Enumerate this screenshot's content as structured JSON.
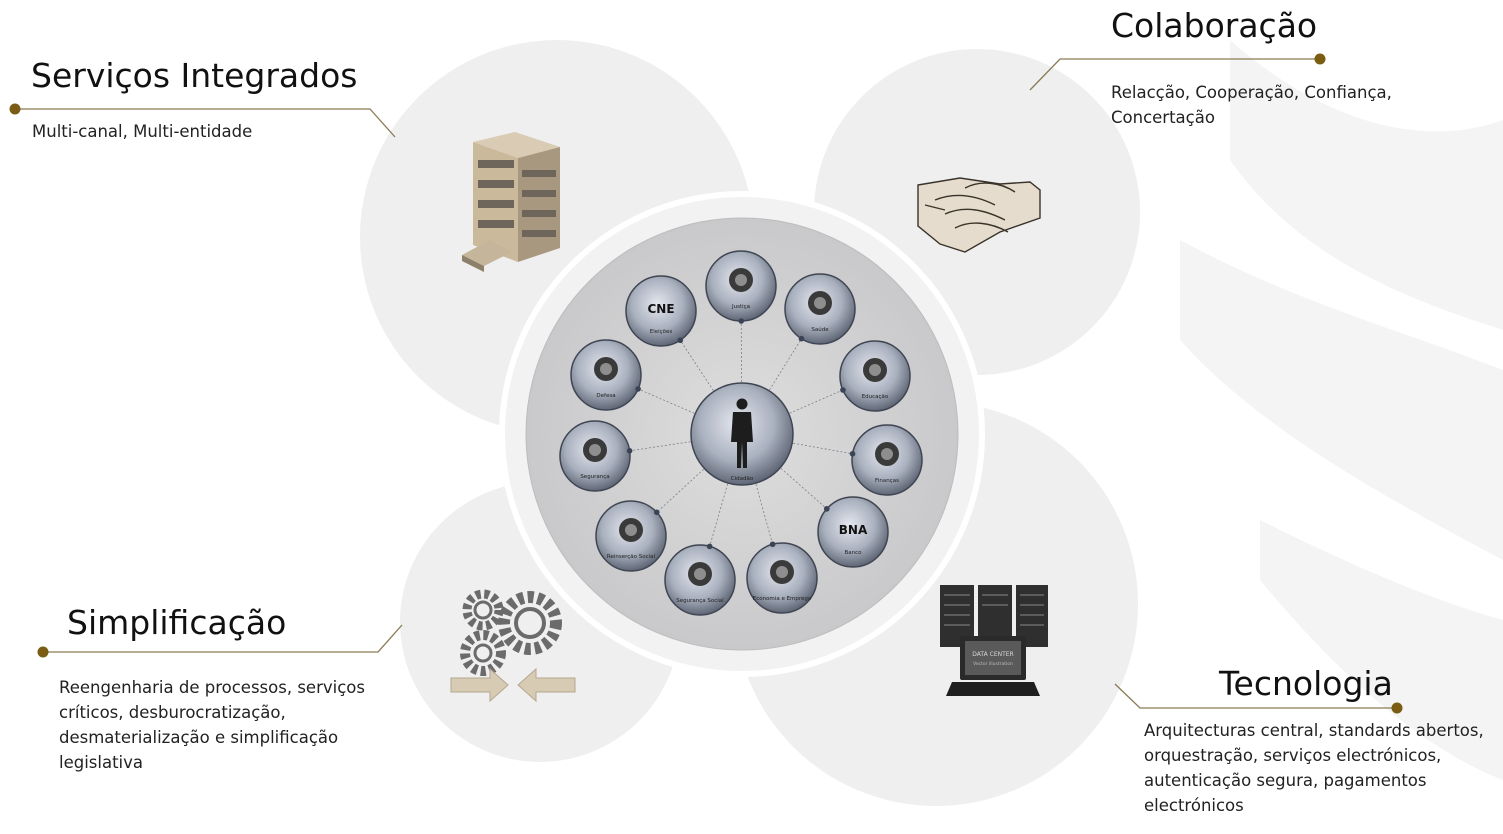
{
  "pillars": {
    "integrated": {
      "title": "Serviços Integrados",
      "description": "Multi-canal, Multi-entidade",
      "icon": "office-building-icon"
    },
    "collaboration": {
      "title": "Colaboração",
      "description": "Relacção, Cooperação, Confiança, Concertação",
      "icon": "handshake-icon"
    },
    "simplification": {
      "title": "Simplificação",
      "description": "Reengenharia de processos, serviços críticos, desburocratização, desmaterialização e simplificação legislativa",
      "icon": "gears-arrows-icon"
    },
    "technology": {
      "title": "Tecnologia",
      "description": "Arquitecturas central, standards abertos, orquestração, serviços electrónicos, autenticação segura, pagamentos electrónicos",
      "icon": "data-center-laptop-icon"
    }
  },
  "hub": {
    "center": {
      "label": "Cidadão",
      "icon": "citizen-icon"
    },
    "entities": [
      {
        "label": "Justiça",
        "icon": "justice-scales-icon"
      },
      {
        "label": "Saúde",
        "icon": "caduceus-icon"
      },
      {
        "label": "Educação",
        "icon": "graduation-cap-icon"
      },
      {
        "label": "Finanças",
        "icon": "finance-emblem-icon"
      },
      {
        "label": "Banco",
        "icon": "bna-emblem-icon",
        "emblem_text": "BNA"
      },
      {
        "label": "Economia e Emprego",
        "icon": "workers-group-icon"
      },
      {
        "label": "Segurança Social",
        "icon": "social-security-emblem-icon"
      },
      {
        "label": "Reinserção Social",
        "icon": "people-group-icon"
      },
      {
        "label": "Segurança",
        "icon": "police-badge-icon"
      },
      {
        "label": "Defesa",
        "icon": "defense-emblem-icon"
      },
      {
        "label": "Eleições",
        "icon": "cne-logo-icon",
        "emblem_text": "CNE"
      }
    ]
  },
  "laptop_screen_text": [
    "DATA CENTER",
    "Vector illustration"
  ],
  "colors": {
    "accent": "#7a5c12",
    "circle_fill": "#efefef",
    "node_fill": "#a9b0bd"
  }
}
